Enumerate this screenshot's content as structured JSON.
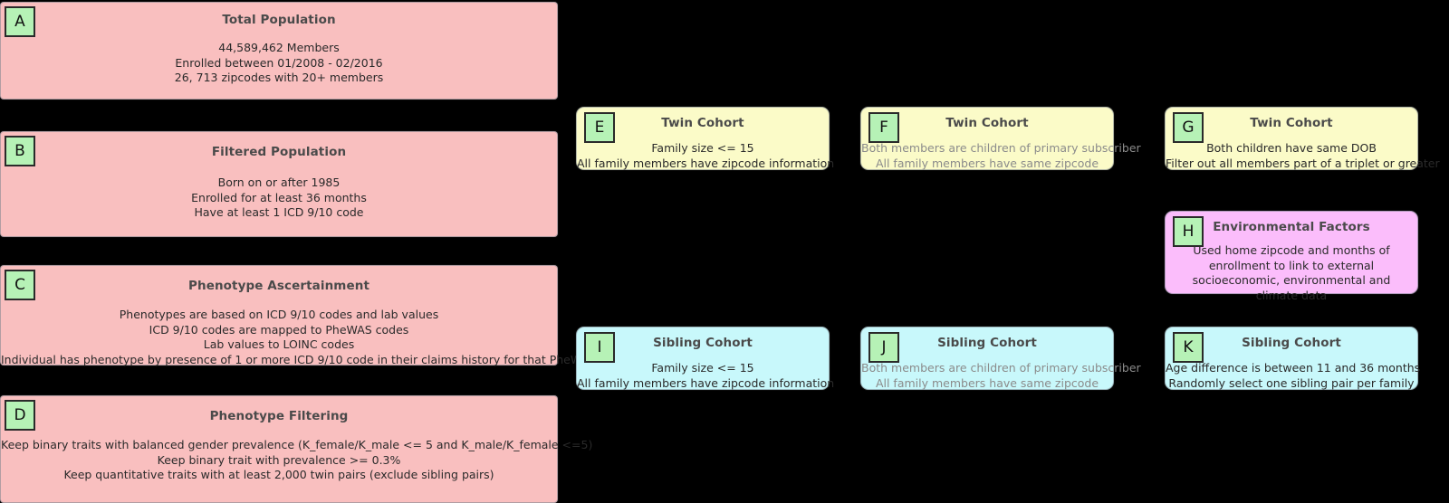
{
  "diagram": {
    "background": "#000000",
    "badge_color": "#b6f2b6",
    "colors": {
      "population": "#f9bfbf",
      "twin": "#fbfbc8",
      "sibling": "#c8f8fb",
      "environment": "#fbbdfb",
      "title_text": "#4a4a4a",
      "body_text": "#2a2a2a",
      "muted_text": "#8b8b8b"
    },
    "cards": [
      {
        "id": "A",
        "title": "Total Population",
        "lines": [
          "44,589,462 Members",
          "Enrolled between 01/2008 - 02/2016",
          "26, 713 zipcodes with 20+ members"
        ]
      },
      {
        "id": "B",
        "title": "Filtered Population",
        "lines": [
          "Born on or after 1985",
          "Enrolled for at least 36 months",
          "Have at least 1 ICD 9/10 code"
        ]
      },
      {
        "id": "C",
        "title": "Phenotype Ascertainment",
        "lines": [
          "Phenotypes are based on ICD 9/10 codes and lab values",
          "ICD 9/10 codes are mapped to PheWAS codes",
          "Lab values to LOINC codes",
          "Individual has phenotype by presence of 1 or more ICD 9/10 code in their claims history for that PheWAS code"
        ]
      },
      {
        "id": "D",
        "title": "Phenotype Filtering",
        "lines": [
          "Keep binary traits with balanced gender prevalence (K_female/K_male <= 5 and K_male/K_female <=5)",
          "Keep binary trait with prevalence >= 0.3%",
          "Keep quantitative traits with at least 2,000 twin pairs (exclude sibling pairs)"
        ]
      },
      {
        "id": "E",
        "title": "Twin Cohort",
        "lines": [
          "Family size <= 15",
          "All family members have zipcode information"
        ]
      },
      {
        "id": "F",
        "title": "Twin Cohort",
        "lines": [
          "Both members are children of primary subscriber",
          "All family members have same zipcode"
        ]
      },
      {
        "id": "G",
        "title": "Twin Cohort",
        "lines": [
          "Both children have same DOB",
          "Filter out all members part of a triplet or greater"
        ]
      },
      {
        "id": "H",
        "title": "Environmental Factors",
        "lines": [
          "Used home zipcode and months of enrollment to link to external socioeconomic, environmental and climate data"
        ]
      },
      {
        "id": "I",
        "title": "Sibling Cohort",
        "lines": [
          "Family size <= 15",
          "All family members have zipcode information"
        ]
      },
      {
        "id": "J",
        "title": "Sibling Cohort",
        "lines": [
          "Both members are children of primary subscriber",
          "All family members have same zipcode"
        ]
      },
      {
        "id": "K",
        "title": "Sibling Cohort",
        "lines": [
          "Age difference is between 11 and 36 months",
          "Randomly select one sibling pair per family"
        ]
      }
    ]
  }
}
